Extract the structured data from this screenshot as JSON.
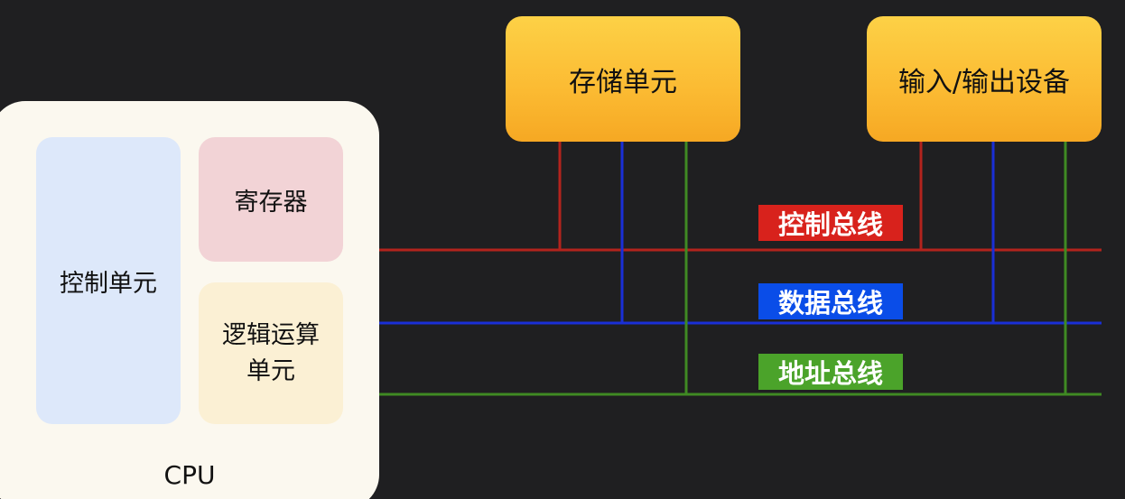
{
  "cpu": {
    "label": "CPU",
    "control_unit": "控制单元",
    "register": "寄存器",
    "alu_line1": "逻辑运算",
    "alu_line2": "单元"
  },
  "memory_unit": "存储单元",
  "io_device": "输入/输出设备",
  "buses": {
    "control": "控制总线",
    "data": "数据总线",
    "address": "地址总线"
  },
  "colors": {
    "background": "#1f1f21",
    "control_bus": "#b3231d",
    "data_bus": "#1a2fd6",
    "address_bus": "#3f8a23",
    "control_label_bg": "#d8221c",
    "data_label_bg": "#0a4de8",
    "address_label_bg": "#4ba32a",
    "unit_orange": "#fbba32"
  }
}
